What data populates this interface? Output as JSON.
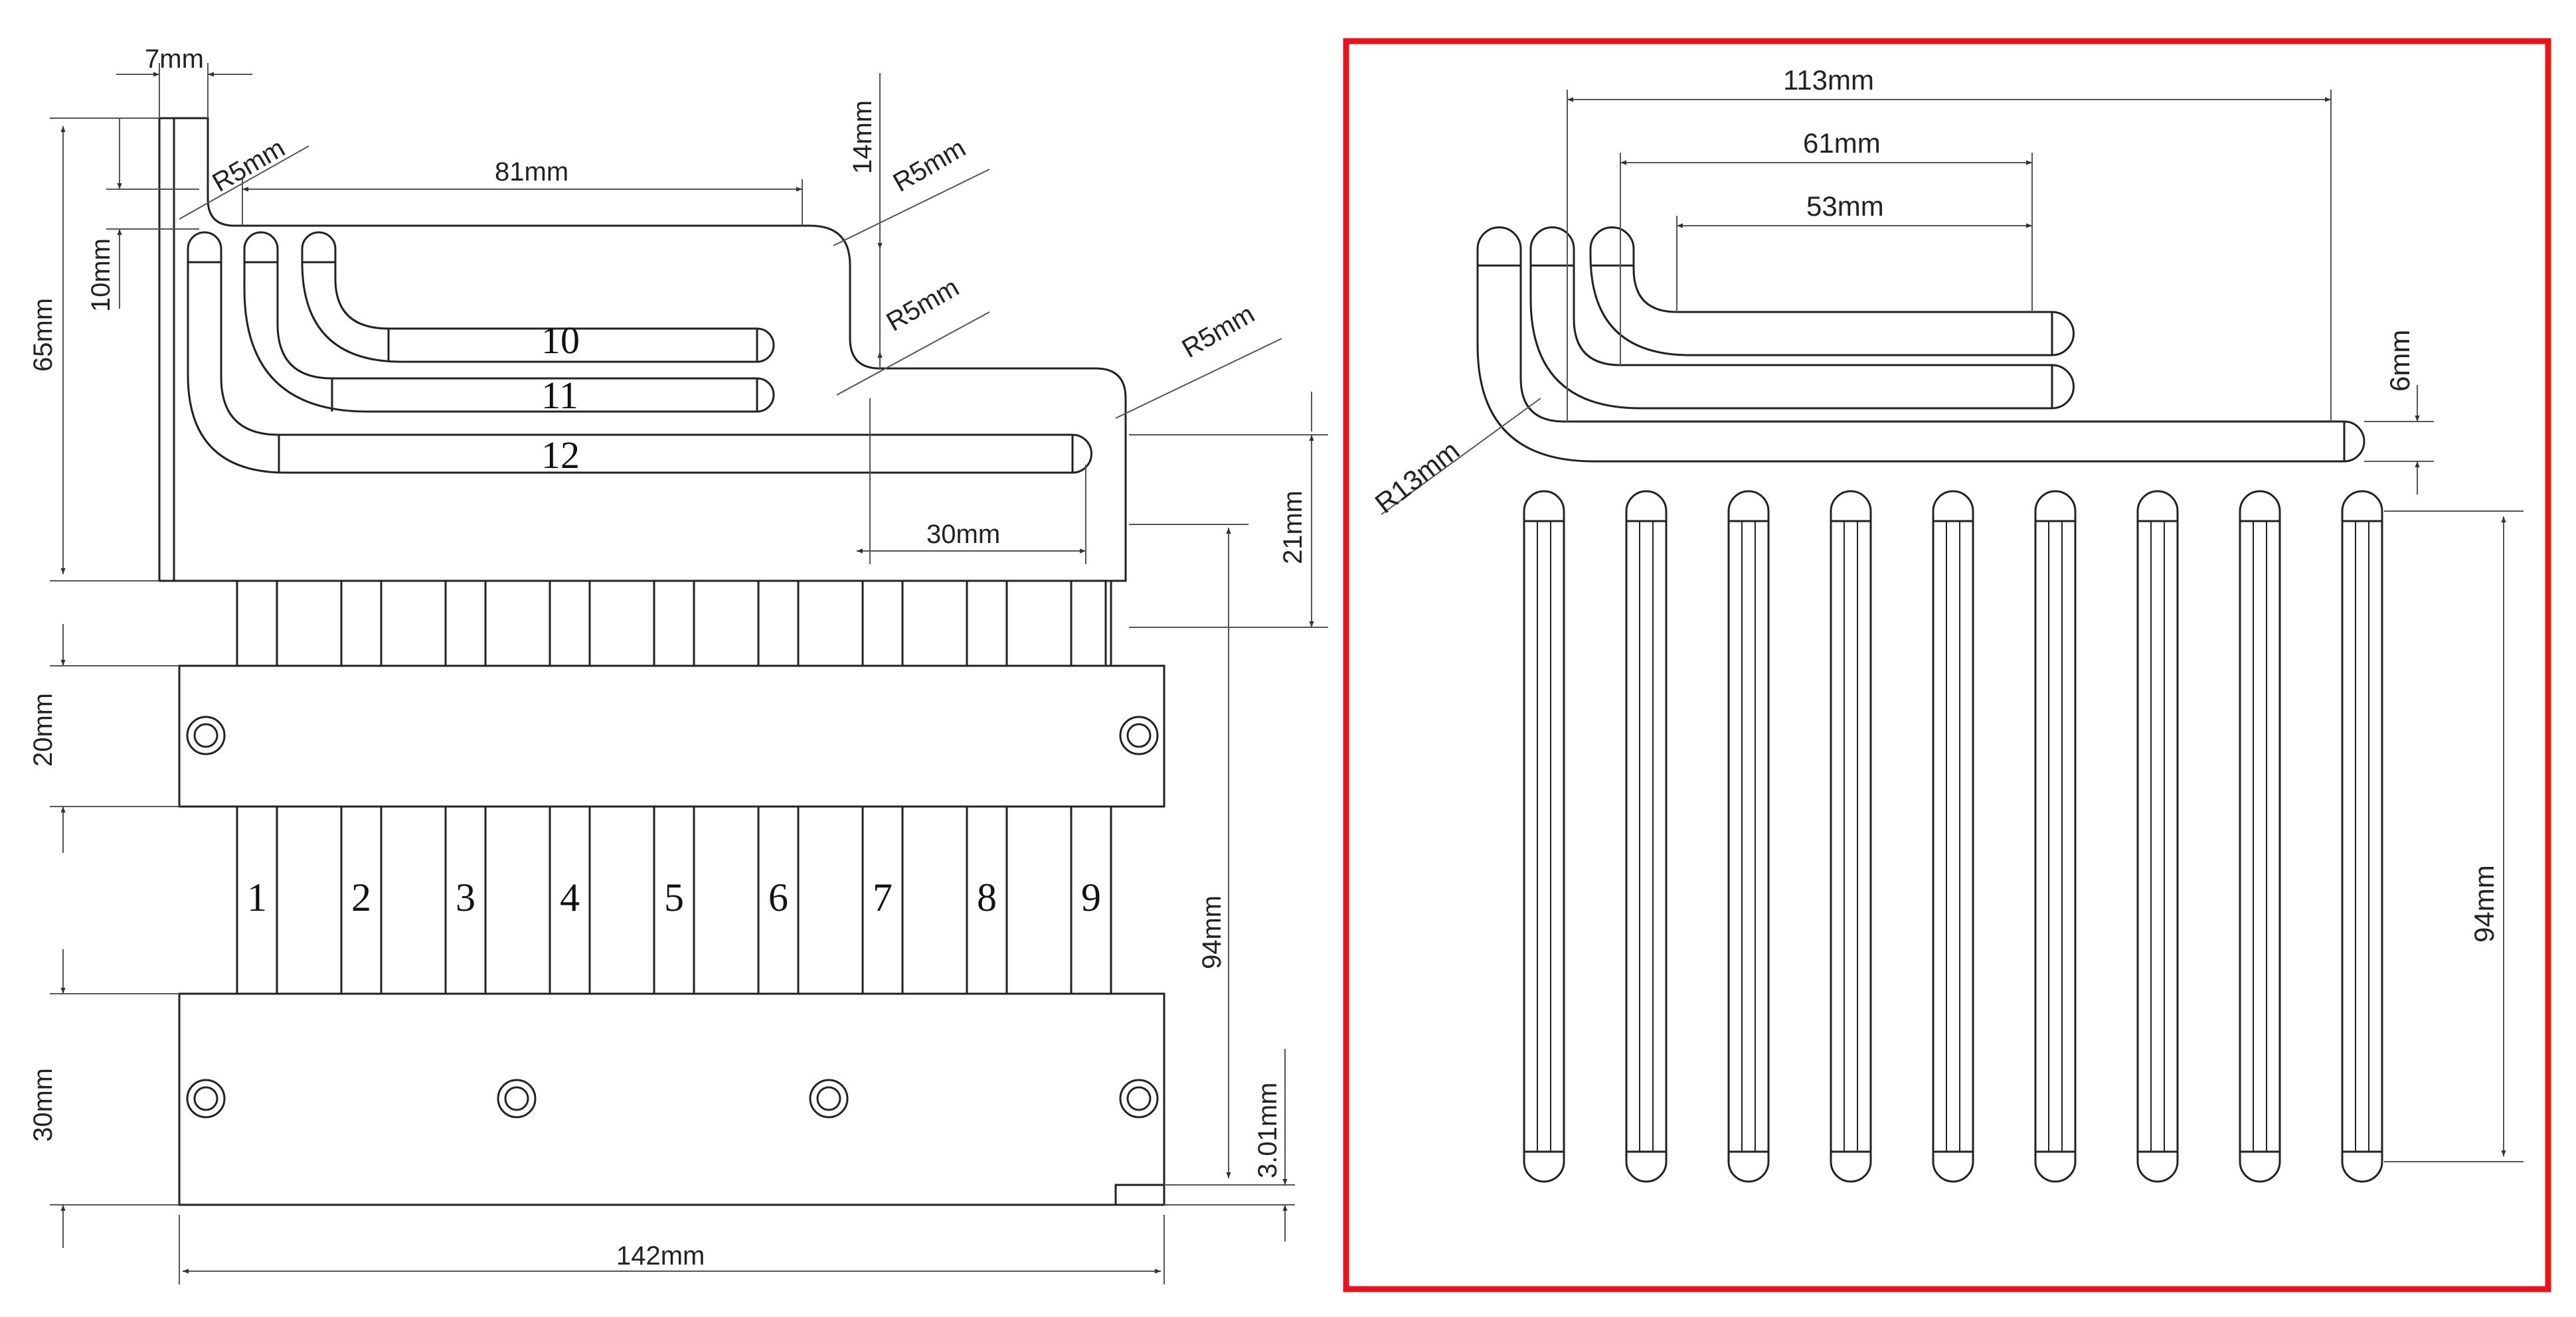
{
  "left_view": {
    "dims": {
      "top_width": "7mm",
      "left_height": "65mm",
      "left_small": "10mm",
      "radius_a": "R5mm",
      "slot_length": "81mm",
      "notch_height": "14mm",
      "radius_b": "R5mm",
      "radius_c": "R5mm",
      "radius_d": "R5mm",
      "step_width": "30mm",
      "step_height": "21mm",
      "clamp_height": "20mm",
      "base_height": "30mm",
      "total_width": "142mm",
      "rod_length": "94mm",
      "offset": "3.01mm"
    },
    "channel_labels": [
      "10",
      "11",
      "12"
    ],
    "rod_labels": [
      "1",
      "2",
      "3",
      "4",
      "5",
      "6",
      "7",
      "8",
      "9"
    ]
  },
  "right_view": {
    "dims": {
      "long": "113mm",
      "mid": "61mm",
      "short": "53mm",
      "spacing": "6mm",
      "bend_radius": "R13mm",
      "rod_length": "94mm"
    },
    "frame_color": "#e8141c"
  }
}
